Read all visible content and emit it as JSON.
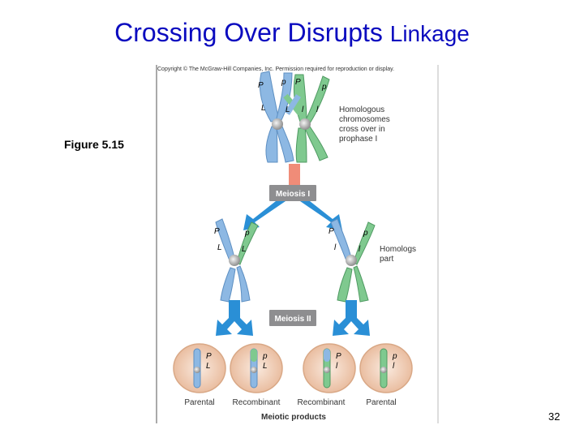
{
  "slide": {
    "title_main": "Crossing Over Disrupts",
    "title_end": "Linkage",
    "figure_caption": "Figure 5.15",
    "page_number": "32"
  },
  "figure": {
    "copyright": "Copyright © The McGraw-Hill Companies, Inc. Permission required for reproduction or display.",
    "note_crossover": [
      "Homologous",
      "chromosomes",
      "cross over in",
      "prophase I"
    ],
    "meiosis_1": "Meiosis I",
    "meiosis_2": "Meiosis II",
    "note_homologs": [
      "Homologs",
      "part"
    ],
    "products": [
      "Parental",
      "Recombinant",
      "Recombinant",
      "Parental"
    ],
    "meiotic_products": "Meiotic products",
    "alleles": {
      "P": "P",
      "p": "p",
      "L": "L",
      "l": "l"
    },
    "product_alleles": [
      [
        "P",
        "L"
      ],
      [
        "p",
        "L"
      ],
      [
        "P",
        "l"
      ],
      [
        "p",
        "l"
      ]
    ]
  },
  "colors": {
    "title": "#0b0bbf",
    "blue_chromosome": "#8db8e3",
    "green_chromosome": "#7fc98f",
    "arrow_blue": "#2a8fd6",
    "meiosis_label_bg": "#8e8e90",
    "salmon_arrow": "#f08c78",
    "cell": "#f3d2b8"
  }
}
